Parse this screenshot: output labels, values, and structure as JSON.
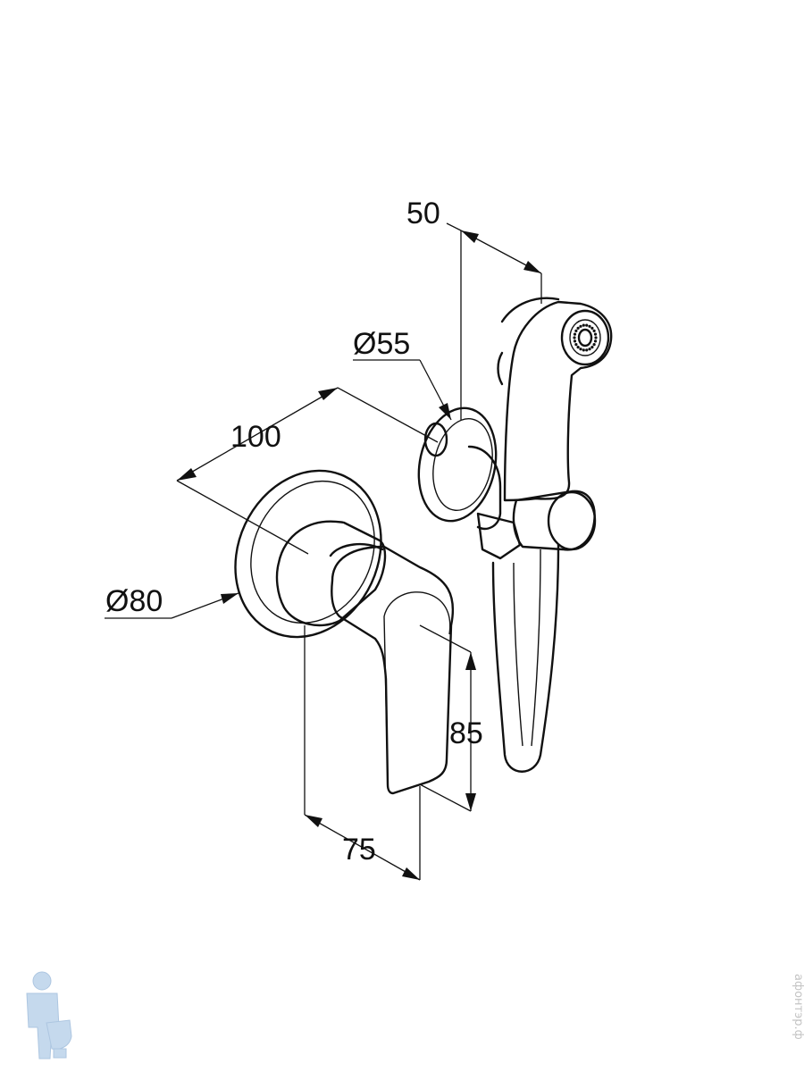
{
  "dimensions": {
    "width_top": "50",
    "hose_nut_diameter": "Ø55",
    "depth": "100",
    "rosette_diameter": "Ø80",
    "handle_height": "85",
    "handle_projection": "75"
  },
  "watermark": {
    "vertical_text": "афонтэр.ф",
    "logo_icon": "plumber-with-toilet-logo"
  },
  "colors": {
    "line": "#111111",
    "background": "#ffffff",
    "watermark": "#c4c4c4",
    "logo": "#bcd3ea"
  }
}
